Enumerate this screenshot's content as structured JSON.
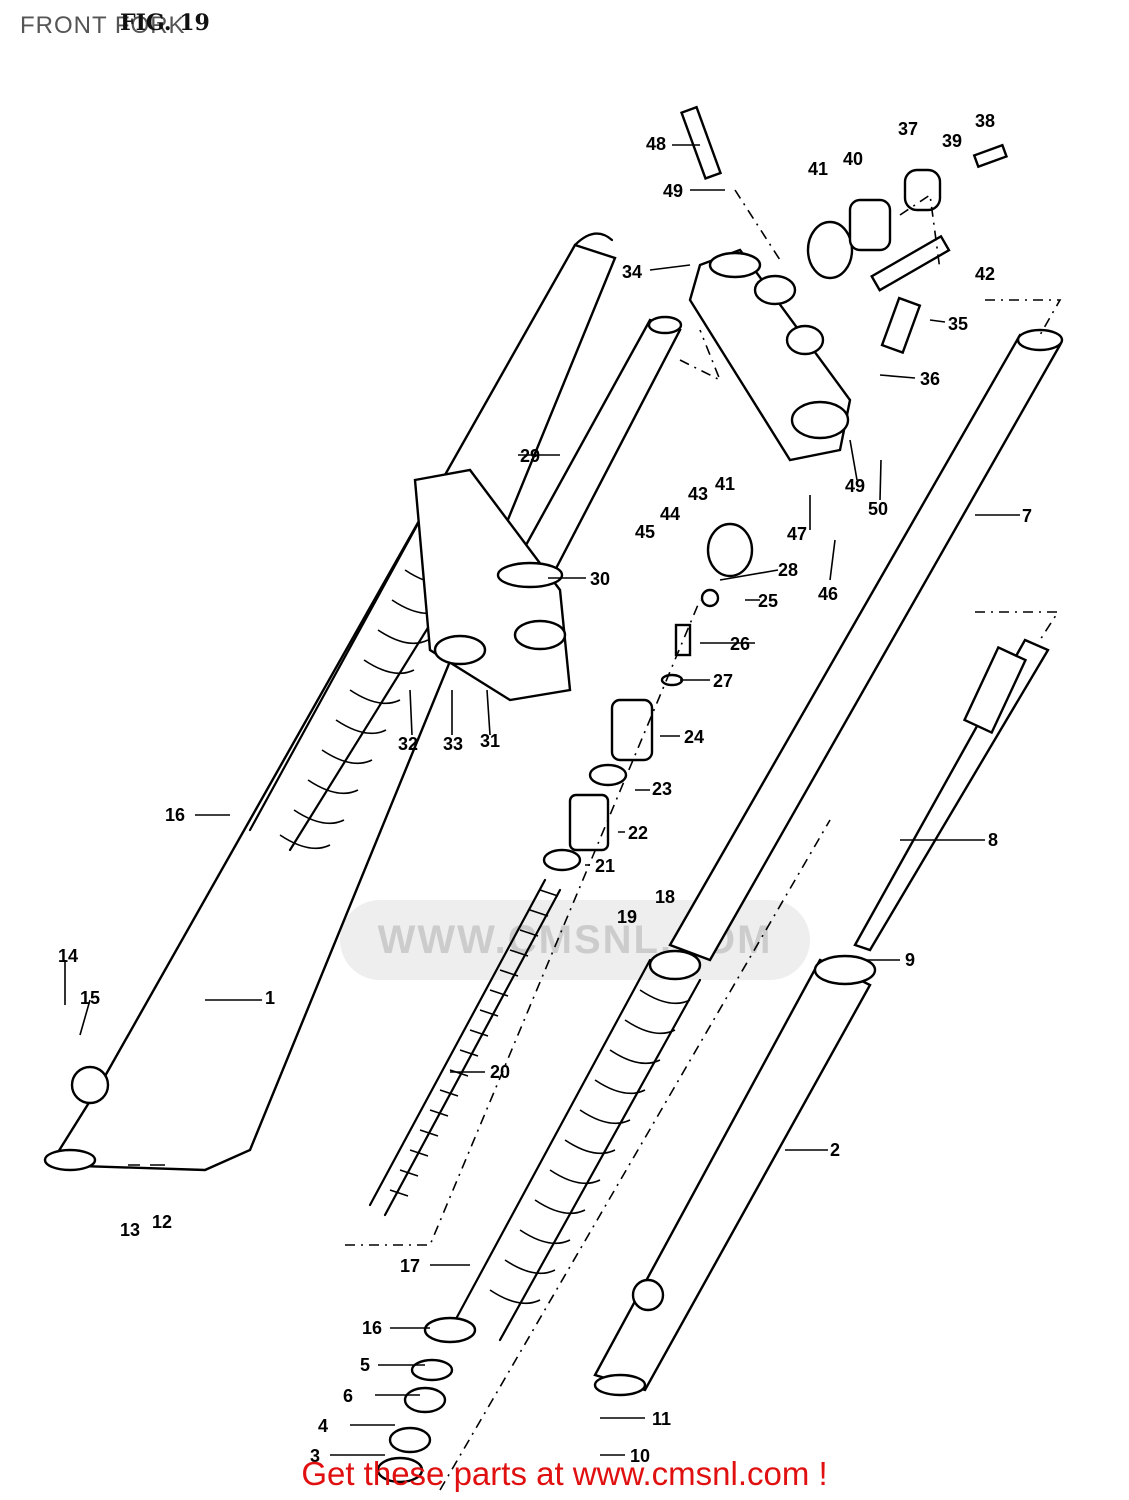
{
  "page_title": "FRONT FORK",
  "figure_label": "FIG. 19",
  "watermark": "WWW.CMSNL.COM",
  "cta": "Get these parts at www.cmsnl.com !",
  "part_numbers": [
    "1",
    "2",
    "3",
    "4",
    "5",
    "6",
    "7",
    "8",
    "9",
    "10",
    "11",
    "12",
    "13",
    "14",
    "15",
    "16",
    "16",
    "17",
    "18",
    "19",
    "20",
    "21",
    "22",
    "23",
    "24",
    "25",
    "26",
    "27",
    "28",
    "29",
    "30",
    "31",
    "32",
    "33",
    "34",
    "35",
    "36",
    "37",
    "38",
    "39",
    "40",
    "41",
    "41",
    "42",
    "43",
    "44",
    "45",
    "46",
    "47",
    "48",
    "49",
    "49",
    "50"
  ],
  "colors": {
    "cta": "#e01010",
    "lines": "#000000",
    "title": "#555555"
  }
}
